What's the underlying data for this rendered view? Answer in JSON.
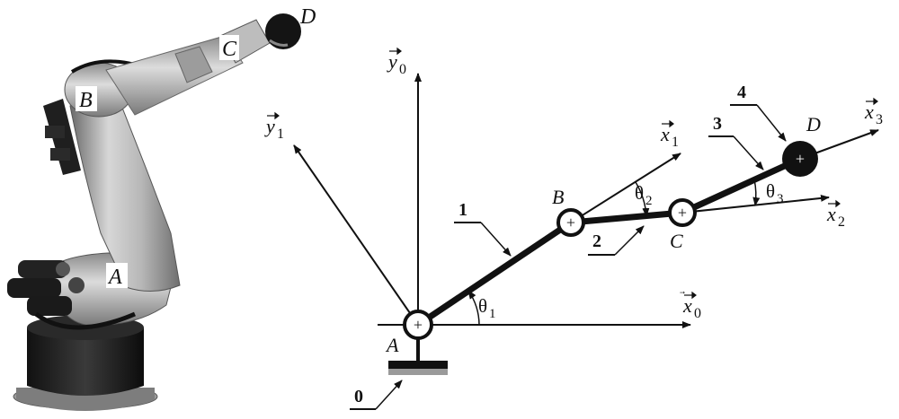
{
  "robot_photo": {
    "labels": {
      "A": "A",
      "B": "B",
      "C": "C",
      "D": "D"
    }
  },
  "schematic": {
    "axes": {
      "x0": "x",
      "x0_sub": "0",
      "y0": "y",
      "y0_sub": "0",
      "x1": "x",
      "x1_sub": "1",
      "y1": "y",
      "y1_sub": "1",
      "x2": "x",
      "x2_sub": "2",
      "x3": "x",
      "x3_sub": "3"
    },
    "joints": {
      "A": "A",
      "B": "B",
      "C": "C",
      "D": "D"
    },
    "angles": {
      "theta1": "θ",
      "theta1_sub": "1",
      "theta2": "θ",
      "theta2_sub": "2",
      "theta3": "θ",
      "theta3_sub": "3"
    },
    "links": {
      "l0": "0",
      "l1": "1",
      "l2": "2",
      "l3": "3",
      "l4": "4"
    },
    "joint_symbol": "+"
  }
}
